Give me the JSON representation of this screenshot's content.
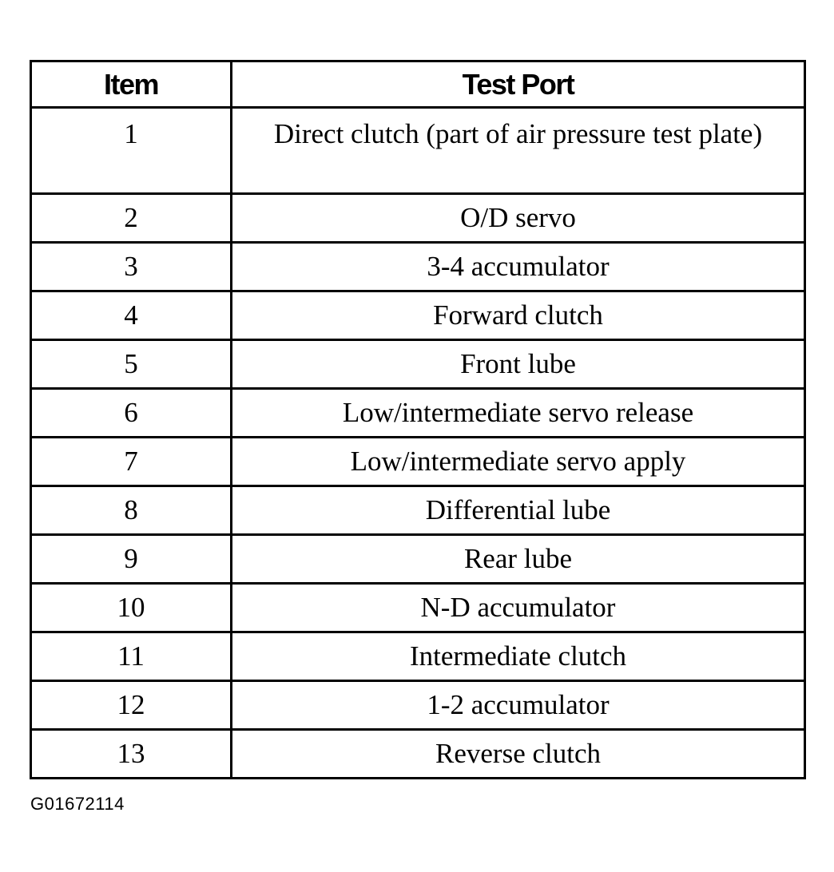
{
  "table": {
    "headers": {
      "item": "Item",
      "test_port": "Test Port"
    },
    "rows": [
      {
        "item": "1",
        "test_port": "Direct clutch (part of air pressure test plate)"
      },
      {
        "item": "2",
        "test_port": "O/D servo"
      },
      {
        "item": "3",
        "test_port": "3-4 accumulator"
      },
      {
        "item": "4",
        "test_port": "Forward clutch"
      },
      {
        "item": "5",
        "test_port": "Front lube"
      },
      {
        "item": "6",
        "test_port": "Low/intermediate servo release"
      },
      {
        "item": "7",
        "test_port": "Low/intermediate servo apply"
      },
      {
        "item": "8",
        "test_port": "Differential lube"
      },
      {
        "item": "9",
        "test_port": "Rear lube"
      },
      {
        "item": "10",
        "test_port": "N-D accumulator"
      },
      {
        "item": "11",
        "test_port": "Intermediate clutch"
      },
      {
        "item": "12",
        "test_port": "1-2 accumulator"
      },
      {
        "item": "13",
        "test_port": "Reverse clutch"
      }
    ]
  },
  "figure_id": "G01672114"
}
